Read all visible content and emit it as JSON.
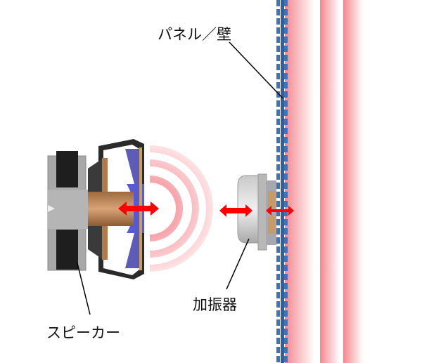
{
  "labels": {
    "panel": "パネル／壁",
    "exciter": "加振器",
    "speaker": "スピーカー"
  },
  "colors": {
    "panel_blue": "#3f73b8",
    "wave_pink": "#f4878e",
    "arrow_red": "#ff0000"
  }
}
